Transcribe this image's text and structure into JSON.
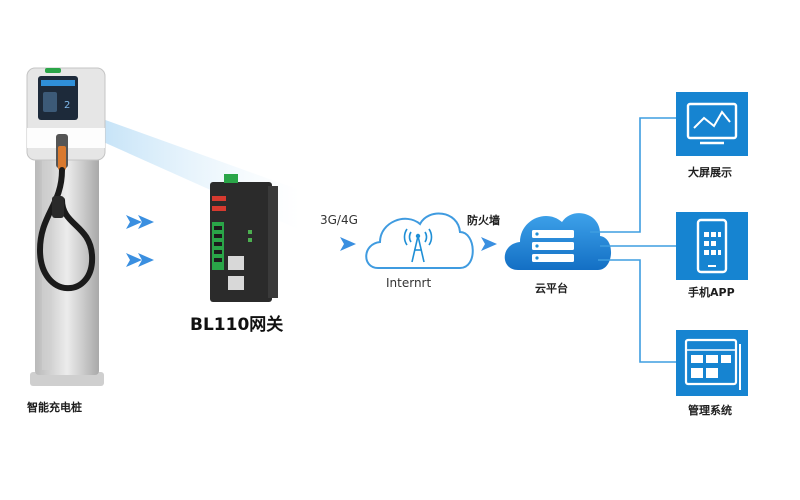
{
  "charger": {
    "label": "智能充电桩"
  },
  "gateway": {
    "label": "BL110网关"
  },
  "link": {
    "network_label": "3G/4G",
    "firewall_label": "防火墙"
  },
  "internet": {
    "label": "Internrt"
  },
  "cloud_platform": {
    "label": "云平台"
  },
  "endpoints": [
    {
      "label": "大屏展示",
      "icon": "monitor-chart-icon"
    },
    {
      "label": "手机APP",
      "icon": "smartphone-app-icon"
    },
    {
      "label": "管理系统",
      "icon": "management-console-icon"
    }
  ],
  "colors": {
    "accent_blue": "#1f8fd6",
    "icon_tile_blue": "#1684d1",
    "arrow_blue": "#3a8fe0",
    "gateway_body": "#2b2b2b",
    "terminal_green": "#2aa548",
    "charger_body": "#d9d9d9"
  }
}
